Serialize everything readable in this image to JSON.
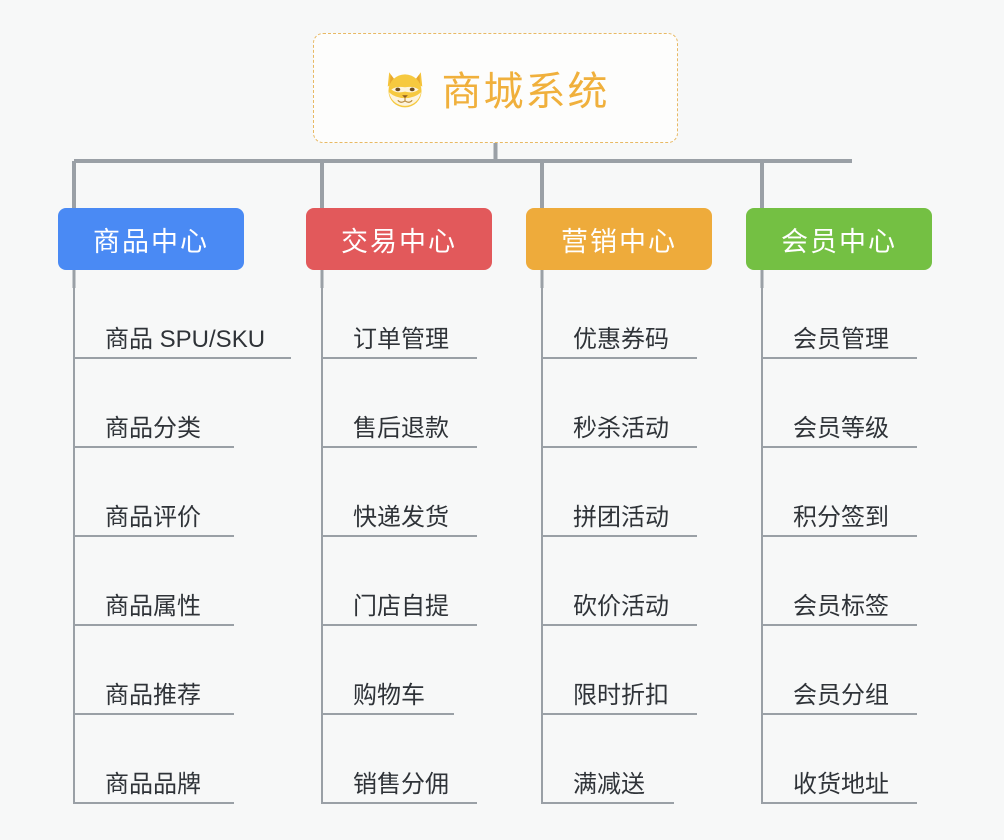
{
  "page": {
    "background": "#f7f8f8",
    "line_color": "#9aa0a6"
  },
  "root": {
    "title": "商城系统",
    "icon": "shiba-dog-emoji",
    "text_color": "#f0b03c",
    "border_color": "#e8b964"
  },
  "branches": [
    {
      "label": "商品中心",
      "color": "#4a8af4",
      "leaves": [
        "商品 SPU/SKU",
        "商品分类",
        "商品评价",
        "商品属性",
        "商品推荐",
        "商品品牌"
      ]
    },
    {
      "label": "交易中心",
      "color": "#e2595b",
      "leaves": [
        "订单管理",
        "售后退款",
        "快递发货",
        "门店自提",
        "购物车",
        "销售分佣"
      ]
    },
    {
      "label": "营销中心",
      "color": "#eeab3b",
      "leaves": [
        "优惠券码",
        "秒杀活动",
        "拼团活动",
        "砍价活动",
        "限时折扣",
        "满减送"
      ]
    },
    {
      "label": "会员中心",
      "color": "#74c043",
      "leaves": [
        "会员管理",
        "会员等级",
        "积分签到",
        "会员标签",
        "会员分组",
        "收货地址"
      ]
    }
  ]
}
